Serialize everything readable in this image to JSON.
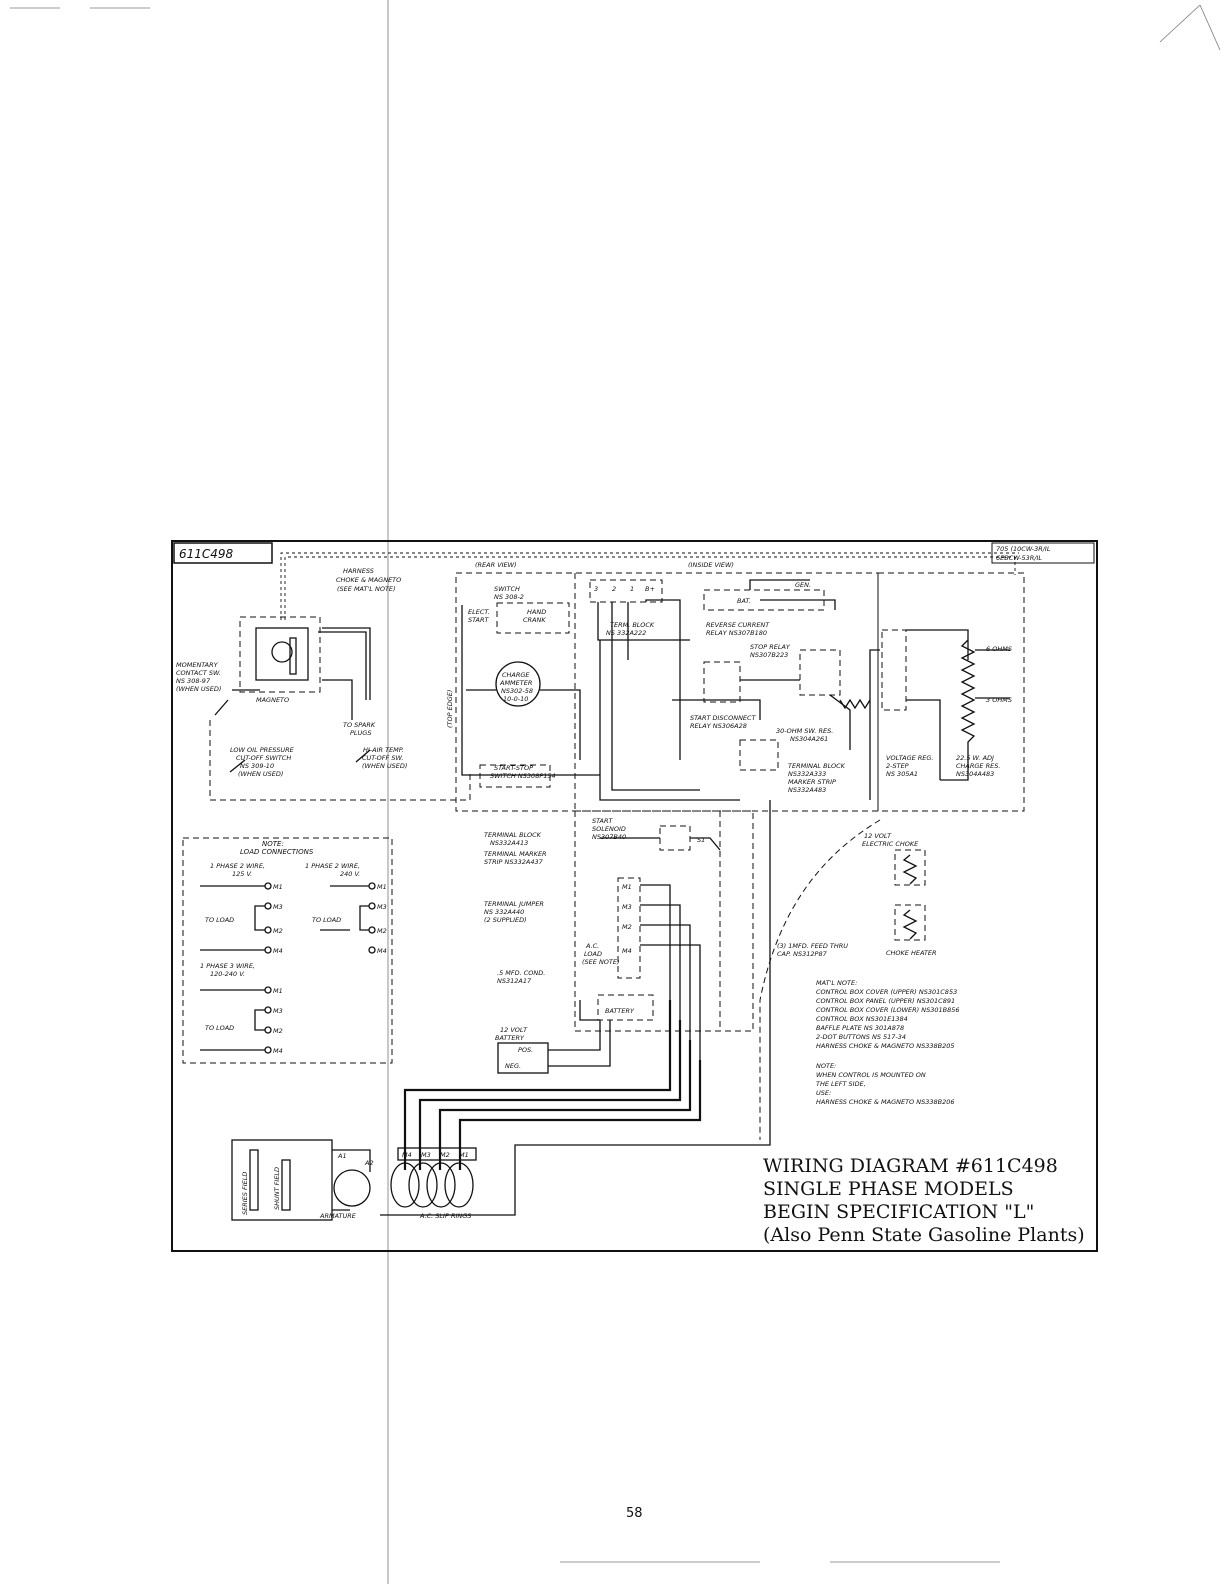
{
  "diagram": {
    "ref_number": "611C498",
    "model_tag": [
      "705 (10CW-3R/IL",
      "6EBCW-53R/IL"
    ],
    "title_lines": [
      "WIRING DIAGRAM #611C498",
      "SINGLE PHASE MODELS",
      "BEGIN SPECIFICATION \"L\"",
      "(Also Penn State Gasoline Plants)"
    ],
    "labels": {
      "harness": [
        "HARNESS",
        "CHOKE & MAGNETO",
        "(SEE MAT'L NOTE)"
      ],
      "rear_view": "(REAR VIEW)",
      "inside_view": "(INSIDE VIEW)",
      "switch": [
        "SWITCH",
        "NS 308-2"
      ],
      "elect_start": [
        "ELECT.",
        "START"
      ],
      "hand_crank": [
        "HAND",
        "CRANK"
      ],
      "term_block_top": [
        "TERM. BLOCK",
        "NS 332A222"
      ],
      "reverse_current": [
        "REVERSE CURRENT",
        "RELAY NS307B180"
      ],
      "gen": "GEN.",
      "bat": "BAT.",
      "stop_relay": [
        "STOP RELAY",
        "NS307B223"
      ],
      "six_ohms": "6 OHMS",
      "three_ohms": "3 OHMS",
      "momentary": [
        "MOMENTARY",
        "CONTACT SW.",
        "NS 308-97",
        "(WHEN USED)"
      ],
      "magneto": "MAGNETO",
      "to_spark": [
        "TO SPARK",
        "PLUGS"
      ],
      "charge_ammeter": [
        "CHARGE",
        "AMMETER",
        "NS302-58",
        "10-0-10"
      ],
      "top_edge": "(TOP EDGE)",
      "start_disconnect": [
        "START DISCONNECT",
        "RELAY NS306A28"
      ],
      "ohm_sw_res": [
        "30-OHM SW. RES.",
        "NS304A261"
      ],
      "low_oil": [
        "LOW OIL PRESSURE",
        "CUT-OFF SWITCH",
        "NS 309-10",
        "(WHEN USED)"
      ],
      "hi_air": [
        "HI-AIR TEMP.",
        "CUT-OFF SW.",
        "(WHEN USED)"
      ],
      "start_stop": [
        "START-STOP",
        "SWITCH NS308P154"
      ],
      "voltage_reg": [
        "VOLTAGE REG.",
        "2-STEP",
        "NS 305A1"
      ],
      "adj_charge": [
        "22.5 W. ADJ",
        "CHARGE RES.",
        "NS304A483"
      ],
      "terminal_block_r": [
        "TERMINAL BLOCK",
        "NS332A333"
      ],
      "marker_strip": [
        "MARKER STRIP",
        "NS332A483"
      ],
      "start_solenoid": [
        "START",
        "SOLENOID",
        "NS307B40"
      ],
      "twelve_volt_choke": [
        "12 VOLT",
        "ELECTRIC CHOKE"
      ],
      "note_title": "NOTE:",
      "load_connections": "LOAD CONNECTIONS",
      "phase_2wire_125": [
        "1 PHASE 2 WIRE,",
        "125 V."
      ],
      "phase_2wire_240": [
        "1 PHASE 2 WIRE,",
        "240 V."
      ],
      "to_load": "TO LOAD",
      "phase_3wire": [
        "1 PHASE 3 WIRE,",
        "120-240 V."
      ],
      "m1": "M1",
      "m2": "M2",
      "m3": "M3",
      "m4": "M4",
      "terminal_block_l": [
        "TERMINAL BLOCK",
        "NS332A413"
      ],
      "terminal_marker": [
        "TERMINAL MARKER",
        "STRIP NS332A437"
      ],
      "terminal_jumper": [
        "TERMINAL JUMPER",
        "NS 332A440",
        "(2 SUPPLIED)"
      ],
      "ac_load": [
        "A.C.",
        "LOAD",
        "(SEE NOTE)"
      ],
      "feed_thru": [
        "(3) 1MFD. FEED THRU",
        "CAP. NS312P87"
      ],
      "choke_heater": "CHOKE HEATER",
      "mfd_cond": [
        ".5 MFD. COND.",
        "NS312A17"
      ],
      "battery": "BATTERY",
      "twelve_volt_battery": [
        "12 VOLT",
        "BATTERY"
      ],
      "pos": "POS.",
      "neg": "NEG.",
      "series_field": "SERIES FIELD",
      "shunt_field": "SHUNT FIELD",
      "armature": "ARMATURE",
      "ac_slip_rings": "A.C. SLIP RINGS",
      "a1": "A1",
      "a2": "A2",
      "tb_top": [
        "3",
        "2",
        "1",
        "B+"
      ],
      "s1": "S1"
    },
    "matl_note": [
      "MAT'L NOTE:",
      "CONTROL BOX COVER (UPPER) NS301C853",
      "CONTROL BOX PANEL (UPPER) NS301C891",
      "CONTROL BOX COVER (LOWER) NS301B856",
      "CONTROL BOX NS301E1384",
      "BAFFLE PLATE NS 301A878",
      "2-DOT BUTTONS NS 517-34",
      "HARNESS CHOKE & MAGNETO NS338B205"
    ],
    "mount_note": [
      "NOTE:",
      "WHEN CONTROL IS MOUNTED ON",
      "THE LEFT SIDE,",
      "USE:",
      "HARNESS CHOKE & MAGNETO NS338B206"
    ]
  },
  "page_number": "58"
}
